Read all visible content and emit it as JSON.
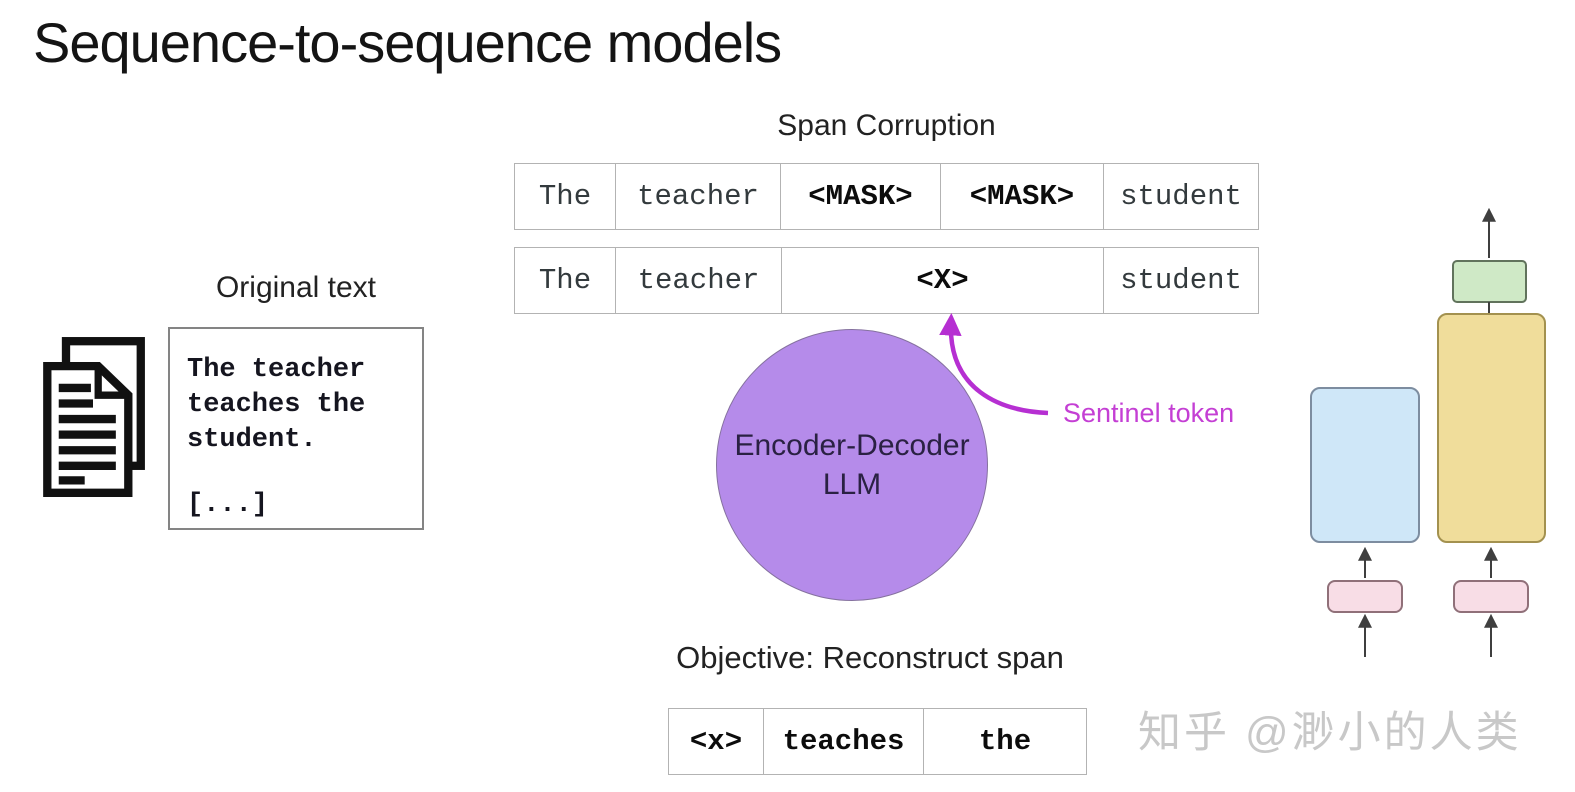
{
  "slide": {
    "title": "Sequence-to-sequence models",
    "watermark": "知乎 @渺小的人类"
  },
  "span_corruption": {
    "heading": "Span Corruption",
    "masked_row": [
      "The",
      "teacher",
      "<MASK>",
      "<MASK>",
      "student"
    ],
    "sentinel_row": [
      "The",
      "teacher",
      "<X>",
      "student"
    ]
  },
  "original_text": {
    "heading": "Original text",
    "body": "The teacher teaches the student.",
    "ellipsis": "[...]",
    "icon": "document-pages-icon"
  },
  "model": {
    "name_line1": "Encoder-Decoder",
    "name_line2": "LLM",
    "circle_fill": "#b58bea"
  },
  "sentinel": {
    "label": "Sentinel token",
    "text_color": "#c43fd4",
    "arrow_color": "#b62fd2"
  },
  "objective": {
    "heading": "Objective: Reconstruct span",
    "row": [
      "<x>",
      "teaches",
      "the"
    ]
  },
  "architecture": {
    "encoder_fill": "#cfe7f8",
    "decoder_fill": "#f0dd9b",
    "head_fill": "#cfe9c6",
    "embedding_fill": "#f8dde6",
    "arrow_color": "#3f3f3f"
  }
}
